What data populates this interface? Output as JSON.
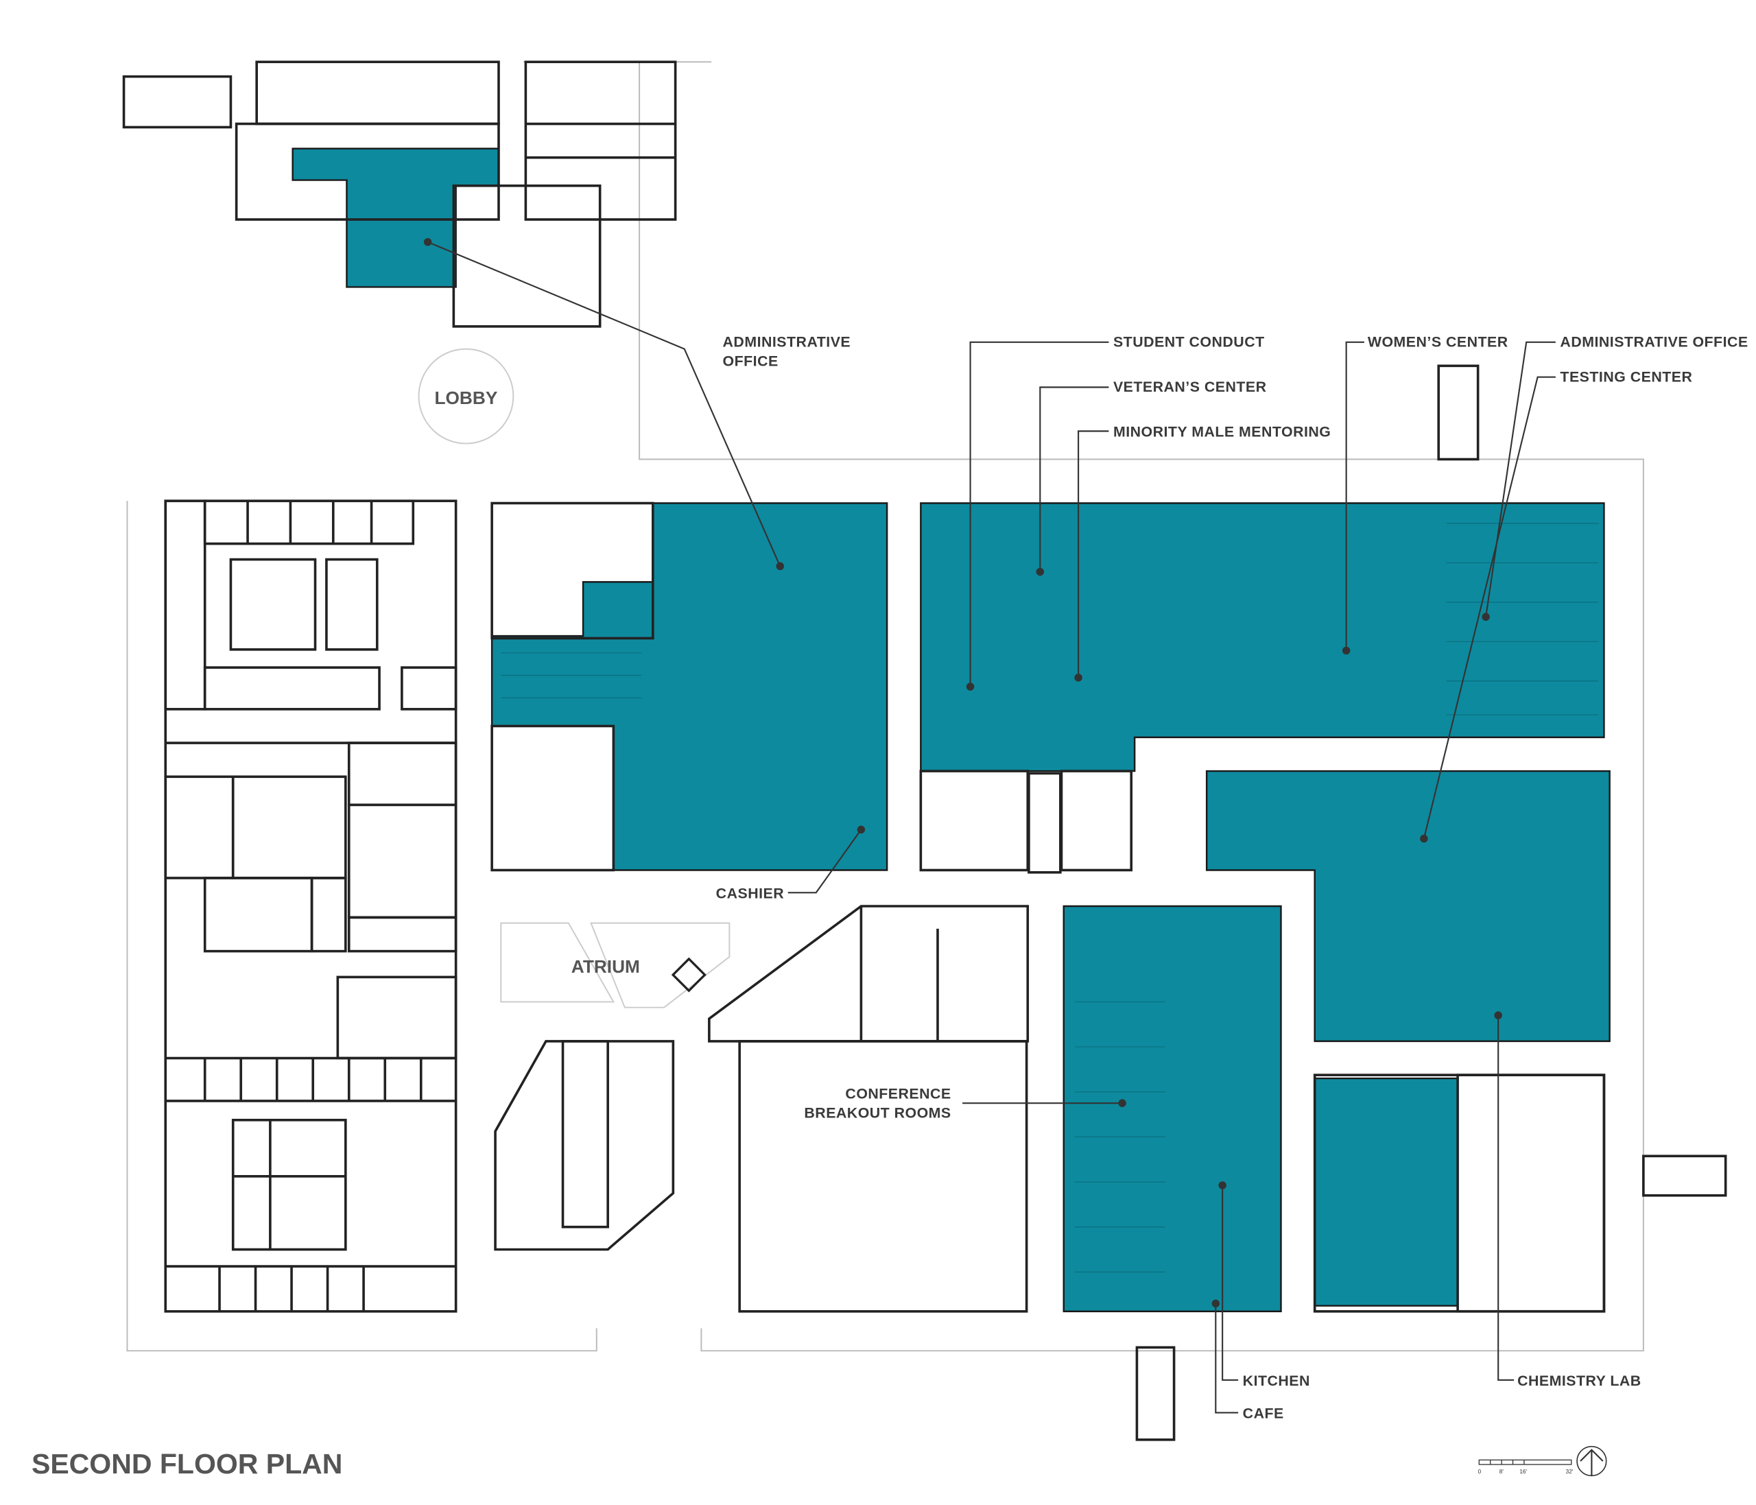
{
  "title": "SECOND FLOOR PLAN",
  "colors": {
    "highlight": "#0E8A9E",
    "wall": "#222222",
    "label": "#3a3a3a"
  },
  "rooms": {
    "lobby": "LOBBY",
    "atrium": "ATRIUM"
  },
  "labels": {
    "admin_office_left": [
      "ADMINISTRATIVE",
      "OFFICE"
    ],
    "student_conduct": "STUDENT CONDUCT",
    "veterans_center": "VETERAN’S CENTER",
    "minority_male_mentoring": "MINORITY MALE MENTORING",
    "womens_center": "WOMEN’S CENTER",
    "admin_office_right": "ADMINISTRATIVE OFFICE",
    "testing_center": "TESTING CENTER",
    "cashier": "CASHIER",
    "conference": [
      "CONFERENCE",
      "BREAKOUT ROOMS"
    ],
    "kitchen": "KITCHEN",
    "cafe": "CAFE",
    "chemistry_lab": "CHEMISTRY LAB"
  },
  "scale_bar": {
    "ticks": [
      "0",
      "8'",
      "16'",
      "32'"
    ]
  },
  "north_arrow": "north-arrow-icon"
}
